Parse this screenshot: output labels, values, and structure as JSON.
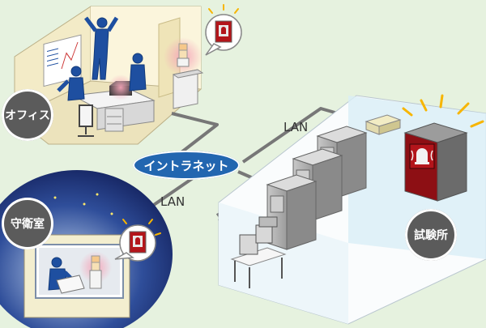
{
  "labels": {
    "office": "オフィス",
    "guard_room": "守衛室",
    "test_lab": "試験所",
    "intranet": "イントラネット",
    "lan_top": "LAN",
    "lan_bottom": "LAN"
  },
  "colors": {
    "background": "#e6f2df",
    "network_line": "#777777",
    "intranet": "#2266b0",
    "person": "#1e4fa0",
    "alarm_red": "#b3151b",
    "badge": "#5b5b5b",
    "night_sky": "#1a2a6e"
  },
  "icons": [
    "alarm-bubble-icon",
    "signal-tower-icon",
    "person-icon",
    "test-chamber-icon",
    "network-hub-icon"
  ]
}
